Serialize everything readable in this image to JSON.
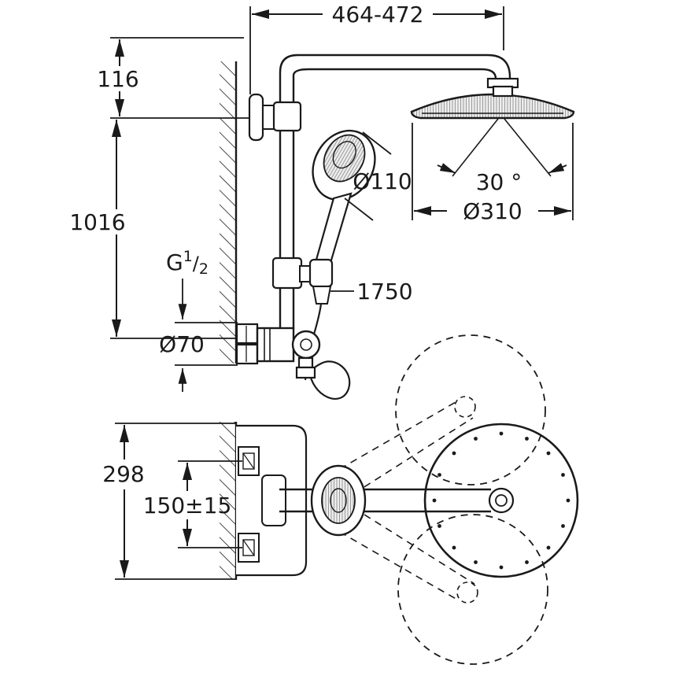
{
  "drawing": {
    "type": "shower-system-dimension-drawing",
    "colors": {
      "line": "#1a1a1a",
      "background": "#ffffff",
      "shade": "#9a9a9a"
    },
    "dims": {
      "width_range": "464-472",
      "top_offset": "116",
      "riser_height": "1016",
      "hose_length": "1750",
      "hand_shower_diameter": "Ø110",
      "spray_angle": "30 °",
      "head_diameter": "Ø310",
      "escutcheon_diameter": "Ø70",
      "plan_depth": "298",
      "supply_distance": "150±15",
      "thread": {
        "prefix": "G",
        "numerator": "1",
        "slash": "/",
        "denominator": "2"
      }
    }
  }
}
